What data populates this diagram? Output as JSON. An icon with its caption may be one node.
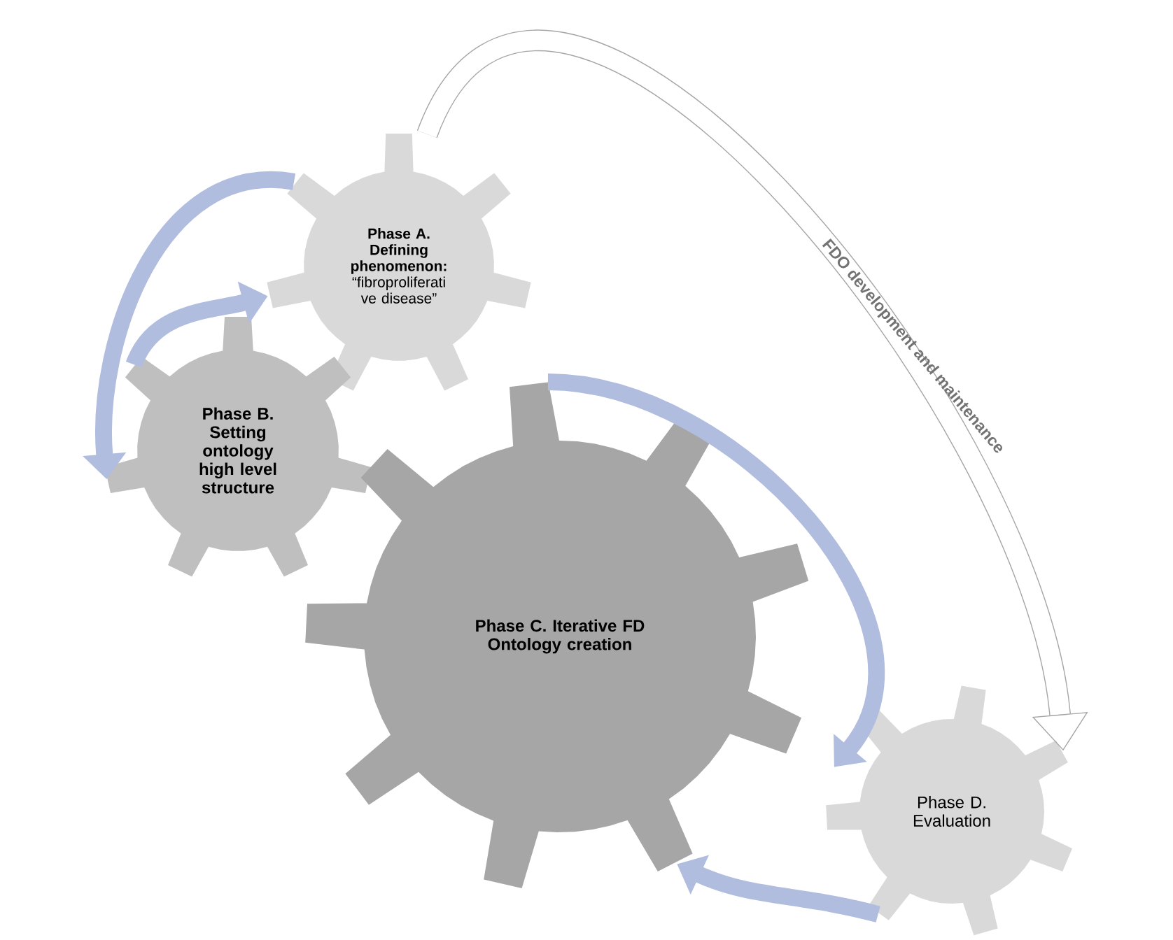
{
  "diagram": {
    "nodes": [
      {
        "text": [
          "Phase A. Defining phenomenon:",
          "“fibroproliferati ve disease”"
        ]
      },
      {
        "text": [
          "Phase B. Setting ontology high level structure"
        ]
      },
      {
        "text": [
          "Phase C. Iterative FD Ontology creation"
        ]
      },
      {
        "text": [
          "Phase D. Evaluation"
        ]
      }
    ],
    "edges": [
      {
        "from": 1,
        "to": 0,
        "arrow": "to"
      },
      {
        "from": 0,
        "to": 1,
        "arrow": "to"
      },
      {
        "from": 2,
        "to": 3,
        "arrow": "to"
      },
      {
        "from": 3,
        "to": 2,
        "arrow": "to"
      },
      {
        "from": 0,
        "to": 3,
        "arrow": "to",
        "label": "FDO development and maintenance",
        "color": "#a6a6a6"
      }
    ]
  }
}
